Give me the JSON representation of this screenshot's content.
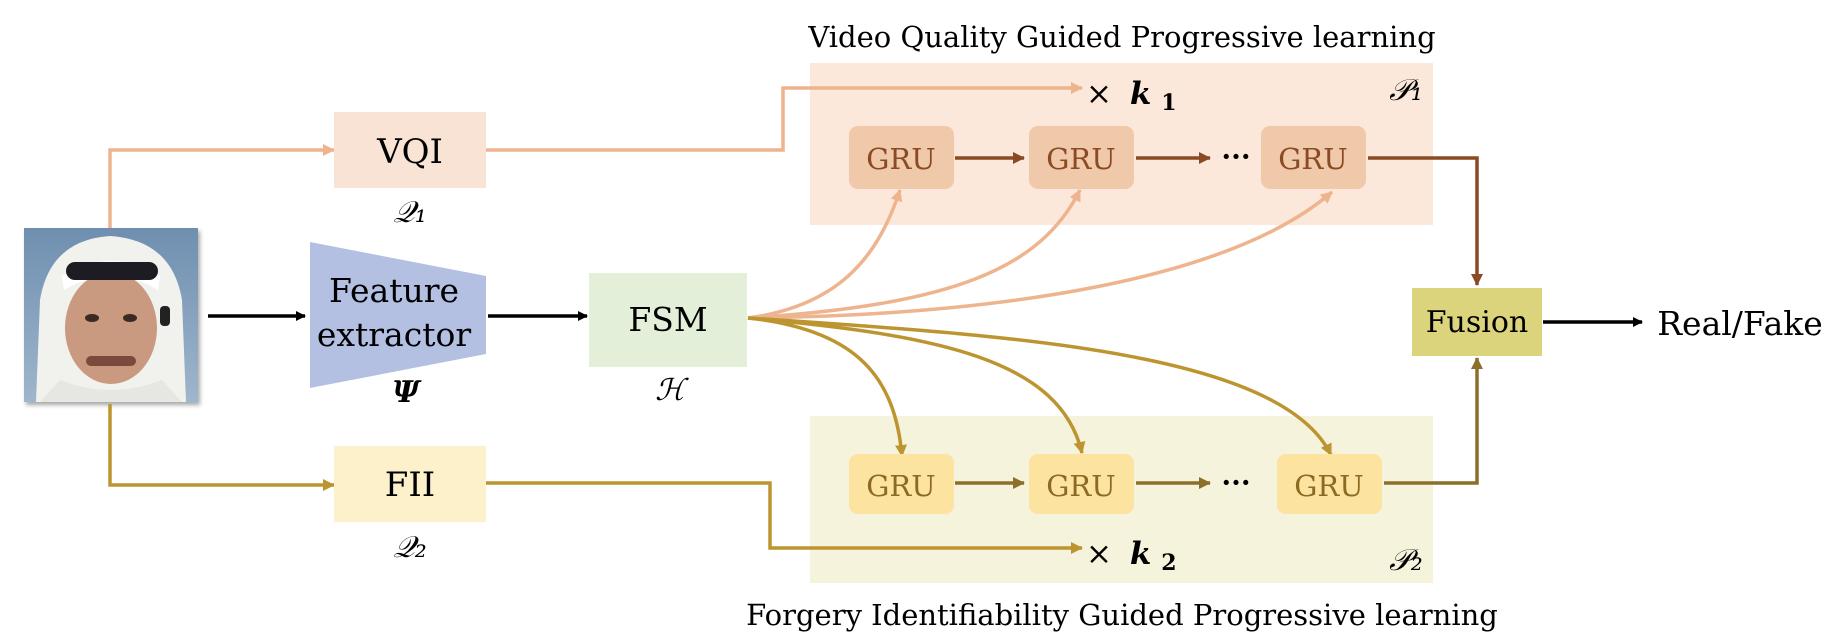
{
  "titles": {
    "top": "Video Quality Guided Progressive learning",
    "bottom": "Forgery Identifiability Guided Progressive learning"
  },
  "modules": {
    "vqi": {
      "label": "VQI",
      "symbol": "𝒬₁"
    },
    "fii": {
      "label": "FII",
      "symbol": "𝒬₂"
    },
    "feature_extractor": {
      "line1": "Feature",
      "line2": "extractor",
      "symbol": "Ψ"
    },
    "fsm": {
      "label": "FSM",
      "symbol": "ℋ"
    },
    "fusion": {
      "label": "Fusion"
    },
    "output": {
      "label": "Real/Fake"
    }
  },
  "top_branch": {
    "symbol": "𝒫₁",
    "multiplier_times": "×",
    "multiplier_var": "k",
    "multiplier_sub": "1",
    "gru_labels": [
      "GRU",
      "GRU",
      "GRU"
    ],
    "ellipsis": "···"
  },
  "bottom_branch": {
    "symbol": "𝒫₂",
    "multiplier_times": "×",
    "multiplier_var": "k",
    "multiplier_sub": "2",
    "gru_labels": [
      "GRU",
      "GRU",
      "GRU"
    ],
    "ellipsis": "···"
  },
  "colors": {
    "vqi_box": "#f8e3d4",
    "fii_box": "#fdf1cc",
    "feature_extractor": "#b3c0e2",
    "fsm_box": "#e3efd9",
    "fusion_box": "#dcd47c",
    "top_panel": "#fbe8da",
    "bottom_panel": "#f6f3dc",
    "top_gru": "#f0c8aa",
    "bottom_gru": "#fde3a0",
    "top_arrow_light": "#edb48d",
    "top_arrow_dark": "#8a4a23",
    "bottom_arrow": "#bd9530",
    "bottom_arrow_dark": "#8c6f2a",
    "gru_text_top": "#8a4a23",
    "gru_text_bottom": "#8c6a22"
  }
}
